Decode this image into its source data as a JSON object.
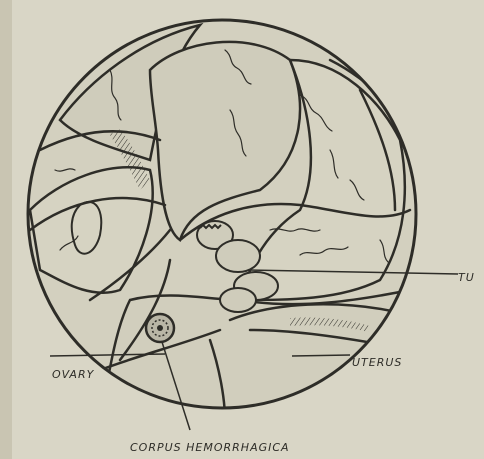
{
  "diagram": {
    "labels": {
      "tube": "TU",
      "ovary": "OVARY",
      "uterus": "UTERUS",
      "corpus": "CORPUS HEMORRHAGICA"
    },
    "colors": {
      "paper": "#d9d6c6",
      "ink": "#2e2d28",
      "shade": "#b9b6a6",
      "tissue": "#cfccbb"
    }
  }
}
